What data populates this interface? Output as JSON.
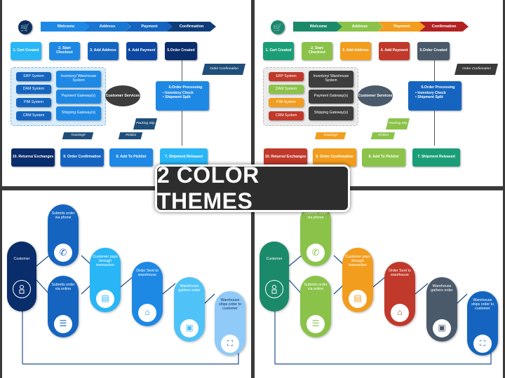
{
  "banner": {
    "title": "2 COLOR THEMES"
  },
  "process": {
    "chevrons": [
      "Welcome",
      "Address",
      "Payment",
      "Confirmation"
    ],
    "steps_top": [
      "1. Cart Created",
      "2. Start Checkout",
      "3. Add Address",
      "4. Add Payment",
      "5.Order Created"
    ],
    "order_confirmation_tag": "Order Confirmation",
    "systems": [
      "ERP System",
      "DAM System",
      "PIM System",
      "CRM System"
    ],
    "inventory": "Inventory/ Warehouse System",
    "payment_gateway": "Payment Gateway(s)",
    "shipping_gateway": "Shipping Gateway(s)",
    "customer_services": "Customer Services",
    "processing_title": "6.Order Processing",
    "processing_items": [
      "Inventory Check",
      "Shipment Split"
    ],
    "packing_tag": "Packing Slip",
    "picklist_tag": "Picklist",
    "tracking_tag": "Tracking#",
    "steps_bottom": [
      "10. Returns/ Exchanges",
      "9. Order Confirmation",
      "8. Add To Picklist",
      "7. Shipment Released"
    ]
  },
  "flow": {
    "customer": "Customer",
    "phone": "Submits order via phone",
    "online": "Submits order via online",
    "transaction": "Customer pays through transaction",
    "warehouse": "Order Sent to warehouse",
    "gathers": "Warehouse gathers order",
    "ships": "Warehouse ships order to customer"
  },
  "themes": {
    "blue": {
      "chev": [
        "#1e88e5",
        "#1976d2",
        "#1565c0",
        "#0d3c78"
      ],
      "steps": [
        "#29b6f6",
        "#1e88e5",
        "#1565c0",
        "#0d47a1",
        "#0a2d6b"
      ],
      "icon": "#0b2f5f",
      "panel": "#d9ecfa",
      "sys": "#1565c0",
      "proc": "#1e88e5",
      "bottom": [
        "#0a2d6b",
        "#1565c0",
        "#1e88e5",
        "#29b6f6"
      ],
      "tag": "#1f4e7a",
      "flow": [
        "#0a2d6b",
        "#1565c0",
        "#1565c0",
        "#29b6f6",
        "#1e88e5",
        "#4fc3f7",
        "#90caf9"
      ]
    },
    "color": {
      "chev": [
        "#1b8a6b",
        "#8bc34a",
        "#f29d1d",
        "#b22222"
      ],
      "steps": [
        "#1b9e77",
        "#8bc34a",
        "#f29d1d",
        "#c0392b",
        "#4a5a6b"
      ],
      "icon": "#1b8a6b",
      "panel": "#e8e8e8",
      "sys": [
        "#c0392b",
        "#8bc34a",
        "#f29d1d",
        "#c0392b"
      ],
      "proc": "#1565c0",
      "bottom": [
        "#c0392b",
        "#f29d1d",
        "#8bc34a",
        "#1b9e77"
      ],
      "tag": "#1f4e7a",
      "flow": [
        "#1b8a6b",
        "#8bc34a",
        "#8bc34a",
        "#f29d1d",
        "#c0392b",
        "#4a5a6b",
        "#1565c0"
      ]
    }
  }
}
